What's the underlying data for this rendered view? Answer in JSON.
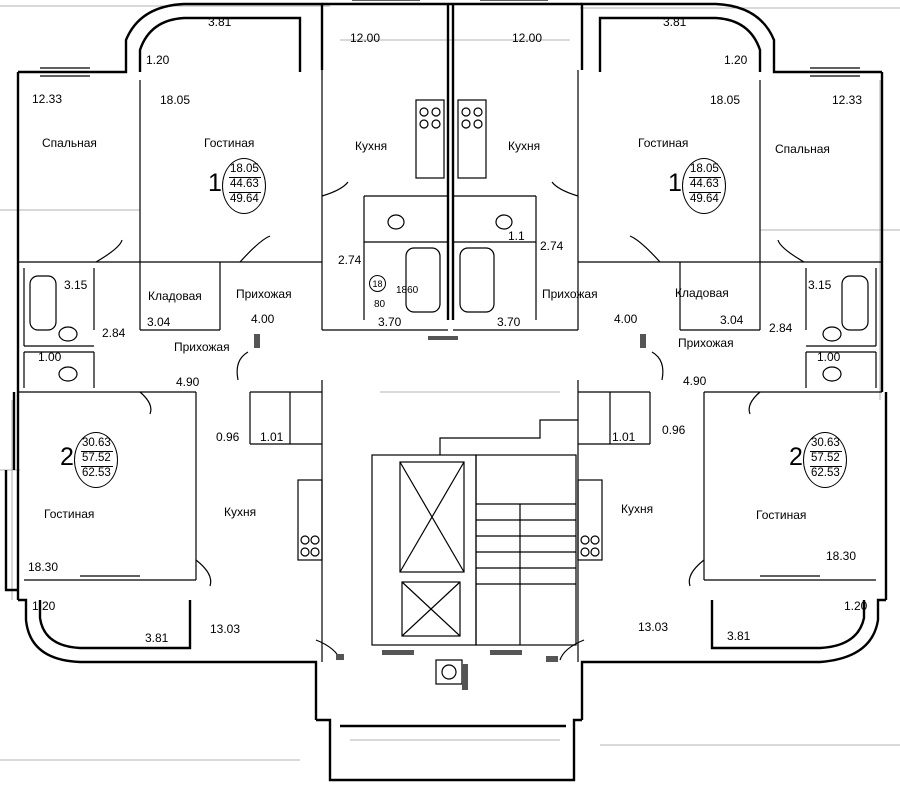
{
  "rooms": {
    "bedroom": "Спальная",
    "living": "Гостиная",
    "kitchen": "Кухня",
    "hall": "Прихожая",
    "storage": "Кладовая"
  },
  "areas": {
    "balcony_top": "3.81",
    "loggia_small": "1.20",
    "kitchen_top": "12.00",
    "bedroom_top": "12.33",
    "living_top": "18.05",
    "bath_top": "3.15",
    "wc_top": "2.84",
    "wc2_top": "1.00",
    "storage_top": "3.04",
    "hall_top": "4.00",
    "corridor_top": "2.74",
    "bath_center": "3.70",
    "hall_mid": "4.90",
    "bath_mid": "0.96",
    "wc_mid": "1.01",
    "living_bottom": "18.30",
    "kitchen_bottom": "13.03",
    "shaft": "1.1"
  },
  "apartment_1": {
    "rooms": "1",
    "living": "18.05",
    "useful": "44.63",
    "total": "49.64"
  },
  "apartment_2": {
    "rooms": "2",
    "living": "30.63",
    "useful": "57.52",
    "total": "62.53"
  },
  "riser": {
    "tag": "18",
    "pipe": "1860",
    "offset": "80"
  }
}
